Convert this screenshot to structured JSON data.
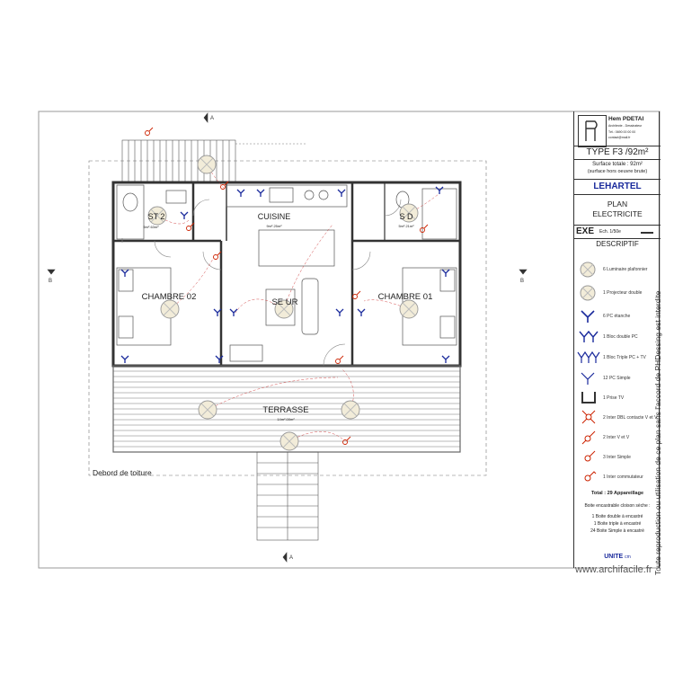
{
  "rooms": {
    "chambre2_small": "ST          2",
    "chambre2_small_area": "5m².63m²",
    "cuisine": "CUISINE",
    "cuisine_area": "9m².25m²",
    "sdb": "S       D",
    "sdb_area": "5m².21m²",
    "chambre02": "CHAMBRE 02",
    "sejour": "SE    UR",
    "chambre01": "CHAMBRE 01",
    "terrasse": "TERRASSE",
    "terrasse_area": "14m².00m²"
  },
  "annotations": {
    "debord": "Debord de toiture",
    "section_a": "A",
    "section_b": "B"
  },
  "cartouche": {
    "company": "Hem PDETAI",
    "company_line1": "Architecte - Dessinateur",
    "company_line2": "Tél.: 0690 00 00 00",
    "company_line3": "contact@mail.fr",
    "type": "TYPE F3 /92m²",
    "surface_line1": "Surface totale : 92m²",
    "surface_line2": "(surface hors oeuvre brute)",
    "client": "LEHARTEL",
    "plan_title_1": "PLAN",
    "plan_title_2": "ELECTRICITE",
    "phase": "EXE",
    "scale": "Ech. 1/50e",
    "descriptif": "DESCRIPTIF",
    "legend": [
      "6 Luminaire plafonnier",
      "1 Projecteur double",
      "6 PC étanche",
      "1 Bloc double PC",
      "1 Bloc Triple PC + TV",
      "12 PC Simple",
      "1 Prise TV",
      "2 Inter DBL contacte V et V",
      "2 Inter V et V",
      "3 Inter Simple",
      "1 Inter commutateur"
    ],
    "total": "Total : 29 Appareillage",
    "boites_title": "Boite encastrable cloison sèche :",
    "boites": [
      "1 Boite double à encastré",
      "1 Boite triple à encastré",
      "24 Boite Simple à encastré"
    ],
    "unite": "UNITE ",
    "unite_sub": "cm",
    "vertical_note": "Toute reproduction ou utilisation de ce plan sans l'accord de PHDessing est interdite"
  },
  "watermark": "www.archifacile.fr",
  "colors": {
    "wall": "#333333",
    "outlet": "#1a2a9c",
    "switch": "#cc2200",
    "light_fill": "#f2ecd9",
    "title_blue": "#1a2a9c"
  }
}
